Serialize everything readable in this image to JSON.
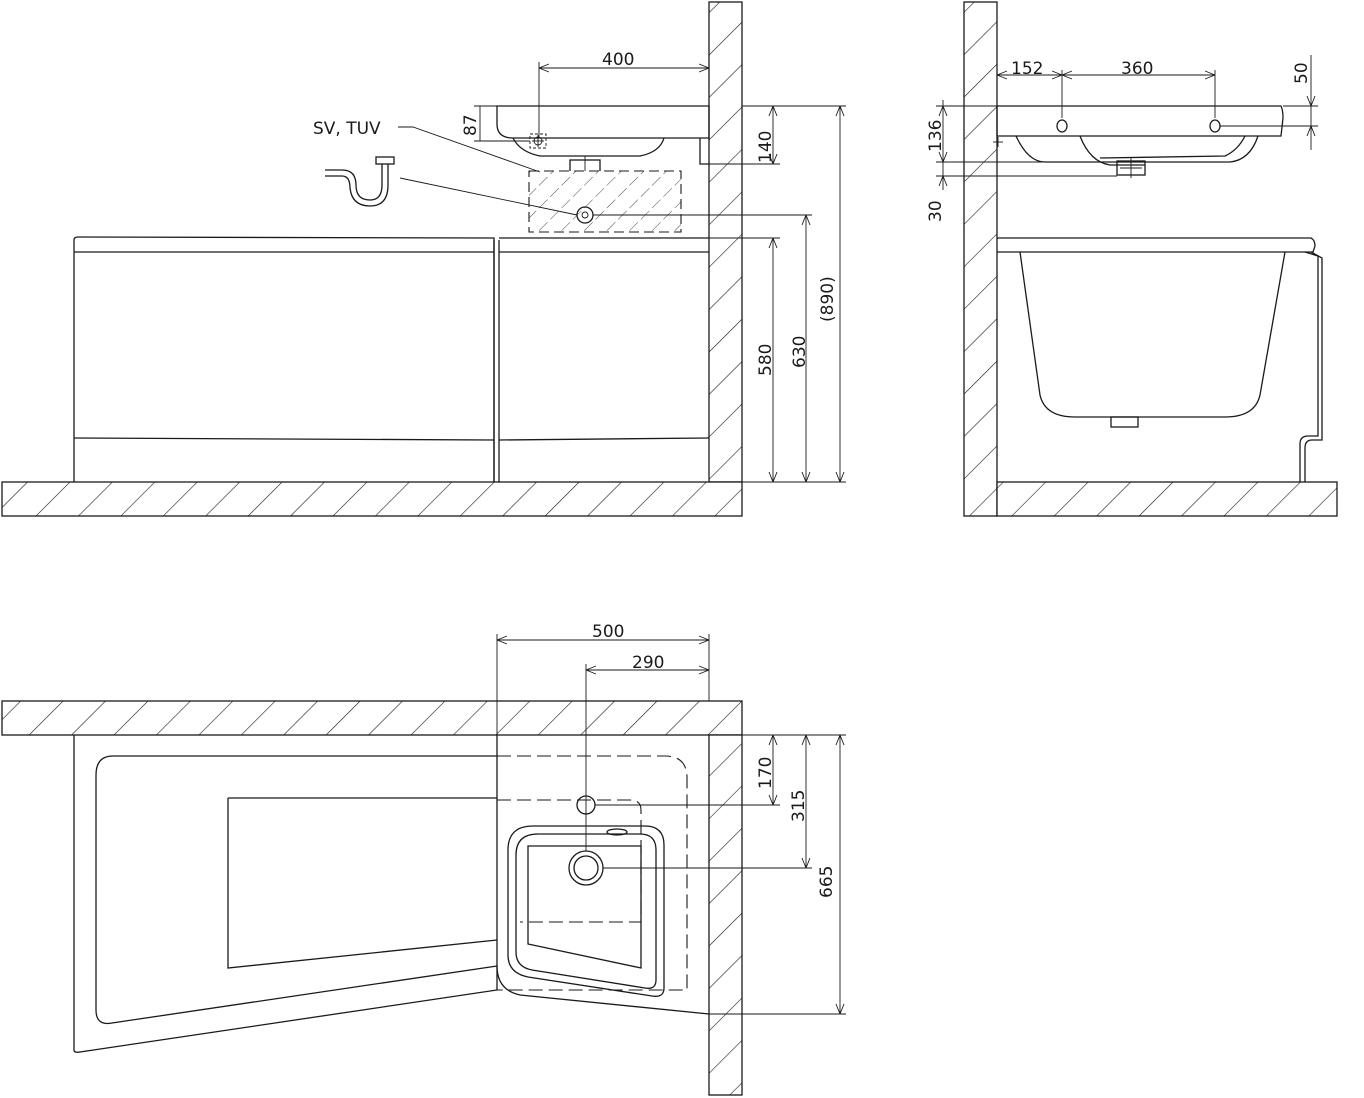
{
  "labels": {
    "connections": "SV, TUV"
  },
  "front_view": {
    "dim_400": "400",
    "dim_87": "87",
    "dim_140": "140",
    "dim_580": "580",
    "dim_630": "630",
    "dim_890": "(890)"
  },
  "side_view": {
    "dim_152": "152",
    "dim_360": "360",
    "dim_50": "50",
    "dim_136": "136",
    "dim_30": "30"
  },
  "top_view": {
    "dim_500": "500",
    "dim_290": "290",
    "dim_170": "170",
    "dim_315": "315",
    "dim_665": "665"
  },
  "colors": {
    "line": "#1a1a1a",
    "background": "#ffffff"
  }
}
